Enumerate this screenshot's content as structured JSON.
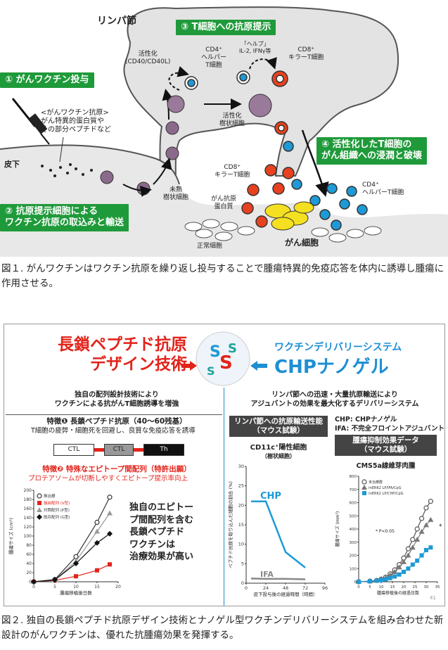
{
  "fig1": {
    "lymph_title": "リンパ節",
    "label3": "③ T細胞への抗原提示",
    "label1": "① がんワクチン投与",
    "label2_line1": "② 抗原提示細胞による",
    "label2_line2": "ワクチン抗原の取込みと輸送",
    "label4_line1": "④ 活性化したT細胞の",
    "label4_line2": "がん組織への浸潤と破壊",
    "activation_line1": "活性化",
    "activation_line2": "(CD40/CD40L)",
    "cd4_helper_line1": "CD4⁺",
    "cd4_helper_line2": "ヘルパー",
    "cd4_helper_line3": "T細胞",
    "help_line1": "「ヘルプ」",
    "help_line2": "IL-2, IFNγ等",
    "cd8_killer_line1": "CD8⁺",
    "cd8_killer_line2": "キラーT細胞",
    "activated_dc_line1": "活性化",
    "activated_dc_line2": "樹状細胞",
    "vaccine_antigen_line1": "<がんワクチン抗原>",
    "vaccine_antigen_line2": "がん特異的蛋白質や",
    "vaccine_antigen_line3": "その部分ペプチドなど",
    "subcutaneous": "皮下",
    "immature_dc_line1": "未熟",
    "immature_dc_line2": "樹状細胞",
    "cd8_killer2_line1": "CD8⁺",
    "cd8_killer2_line2": "キラーT細胞",
    "cancer_antigen_line1": "がん抗原",
    "cancer_antigen_line2": "蛋白質",
    "cd4_helper2_line1": "CD4⁺",
    "cd4_helper2_line2": "ヘルパーT細胞",
    "normal_cells": "正常細胞",
    "cancer_cells": "がん細胞",
    "caption": "図１. がんワクチンはワクチン抗原を繰り返し投与することで腫瘍特異的免疫応答を体内に誘導し腫瘍に作用させる。"
  },
  "fig2": {
    "left_title_line1": "長鎖ペプチド抗原",
    "left_title_line2": "デザイン技術",
    "right_title_line1": "ワクチンデリバリーシステム",
    "right_title_line2": "CHPナノゲル",
    "left_sub_line1": "独自の配列設計技術により",
    "left_sub_line2": "ワクチンによる抗がんT細胞誘導を増強",
    "right_sub_line1": "リンパ節への迅速・大量抗原輸送により",
    "right_sub_line2": "アジュバントの効果を最大化するデリバリーシステム",
    "feature1": "特徴❶ 長鎖ペプチド抗原（40〜60残基）",
    "feature1_desc": "T細胞の疲弊・細胞死を回避し、良質な免疫応答を誘導",
    "seg1": "CTL",
    "seg2": "CTL",
    "seg3": "Th",
    "feature2": "特徴❷ 特殊なエピトープ間配列（特許出願）",
    "feature2_desc": "プロテアソームが切断しやすくエピトープ提示率向上",
    "left_note_line1": "独自のエピトー",
    "left_note_line2": "プ間配列を含む",
    "left_note_line3": "長鎖ペプチド",
    "left_note_line4": "ワクチンは",
    "left_note_line5": "治療効果が高い",
    "mid_bar_line1": "リンパ節への抗原輸送性能",
    "mid_bar_line2": "（マウス試験）",
    "chp_def": "CHP: CHPナノゲル",
    "ifa_def": "IFA: 不完全フロイントアジュバント",
    "right_bar_line1": "腫瘍抑制効果データ",
    "right_bar_line2": "（マウス試験）",
    "mid_chart_title_line1": "CD11c⁺陽性細胞",
    "mid_chart_title_line2": "（樹状細胞）",
    "right_chart_title": "CMS5a線維芽肉腫",
    "caption": "図２. 独自の長鎖ペプチド抗原デザイン技術とナノゲル型ワクチンデリバリーシステムを組み合わせた新設計のがんワクチンは、優れた抗腫瘍効果を発揮する。",
    "page_number": "41"
  },
  "chart_data": [
    {
      "type": "line",
      "title": "",
      "xlabel": "腫瘍移植後日数",
      "ylabel": "腫瘍サイズ (cm²)",
      "x": [
        0,
        5,
        10,
        15,
        18
      ],
      "xticks": [
        0,
        5,
        10,
        15,
        20
      ],
      "yticks": [
        0,
        20,
        40,
        60,
        80,
        100,
        120,
        140,
        160,
        180,
        200
      ],
      "xlim": [
        0,
        20
      ],
      "ylim": [
        0,
        200
      ],
      "series": [
        {
          "name": "無治療",
          "color": "#333333",
          "marker": "circle-open",
          "values": [
            0,
            5,
            55,
            130,
            185
          ]
        },
        {
          "name": "独自配列 (V型)",
          "color": "#e2231a",
          "marker": "square",
          "values": [
            0,
            3,
            12,
            25,
            38
          ]
        },
        {
          "name": "対照配列 (P型)",
          "color": "#999999",
          "marker": "triangle",
          "values": [
            0,
            4,
            45,
            110,
            150
          ]
        },
        {
          "name": "既存配列 (G型)",
          "color": "#111111",
          "marker": "diamond",
          "values": [
            0,
            4,
            40,
            85,
            105
          ]
        }
      ]
    },
    {
      "type": "line",
      "title": "CD11c⁺陽性細胞 （樹状細胞）",
      "xlabel": "皮下投与後の経過時間（時間）",
      "ylabel": "ペプチド抗原を取り込んだ細胞の割合 (%)",
      "xticks": [
        0,
        24,
        48,
        72,
        96
      ],
      "yticks": [
        0,
        5,
        10,
        15,
        20,
        25,
        30
      ],
      "xlim": [
        0,
        96
      ],
      "ylim": [
        0,
        30
      ],
      "series": [
        {
          "name": "CHP",
          "color": "#1e9ad6",
          "x": [
            6,
            24,
            48,
            72
          ],
          "values": [
            21,
            21,
            8,
            4
          ]
        },
        {
          "name": "IFA",
          "color": "#888888",
          "x": [
            6,
            24,
            48,
            72
          ],
          "values": [
            1.2,
            1.1,
            1.1,
            1.0
          ]
        }
      ]
    },
    {
      "type": "line",
      "title": "CMS5a線維芽肉腫",
      "xlabel": "腫瘍移植後の経過日数",
      "ylabel": "腫瘍サイズ (mm²)",
      "x": [
        0,
        5,
        8,
        10,
        12,
        14,
        16,
        18,
        20,
        22,
        24,
        26,
        28,
        30,
        32
      ],
      "xticks": [
        0,
        5,
        10,
        15,
        20,
        25,
        30,
        35
      ],
      "yticks": [
        0,
        100,
        200,
        300,
        400,
        500,
        600,
        700,
        800
      ],
      "xlim": [
        0,
        35
      ],
      "ylim": [
        0,
        800
      ],
      "annotations": [
        "* P<0.05",
        "*"
      ],
      "series": [
        {
          "name": "未治療群",
          "color": "#555555",
          "marker": "circle-open",
          "values": [
            0,
            5,
            10,
            20,
            35,
            60,
            90,
            130,
            180,
            250,
            320,
            400,
            480,
            560,
            610
          ]
        },
        {
          "name": "mERK2 LP/IFA/CpG",
          "color": "#777777",
          "marker": "triangle",
          "values": [
            0,
            5,
            10,
            18,
            30,
            50,
            75,
            110,
            150,
            200,
            260,
            320,
            380,
            430,
            470
          ]
        },
        {
          "name": "mERK2 LP/CHP/CpG",
          "color": "#1e9ad6",
          "marker": "square",
          "values": [
            0,
            4,
            8,
            12,
            18,
            28,
            40,
            55,
            75,
            100,
            130,
            160,
            200,
            240,
            260
          ]
        }
      ]
    }
  ]
}
